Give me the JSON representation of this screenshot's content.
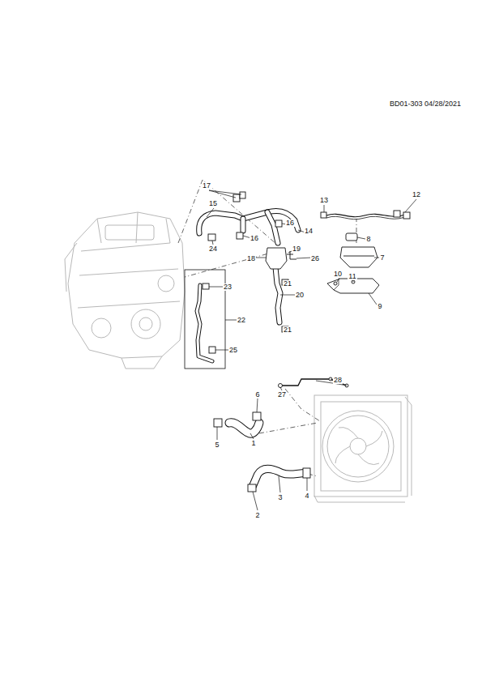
{
  "diagram": {
    "labels": [
      "BD01-303 04/28/2021",
      "17",
      "13",
      "12",
      "15",
      "16",
      "14",
      "8",
      "16",
      "24",
      "19",
      "18",
      "26",
      "7",
      "23",
      "21",
      "20",
      "10",
      "11",
      "22",
      "9",
      "21",
      "25",
      "28",
      "27",
      "6",
      "5",
      "1",
      "4",
      "3",
      "2"
    ]
  }
}
